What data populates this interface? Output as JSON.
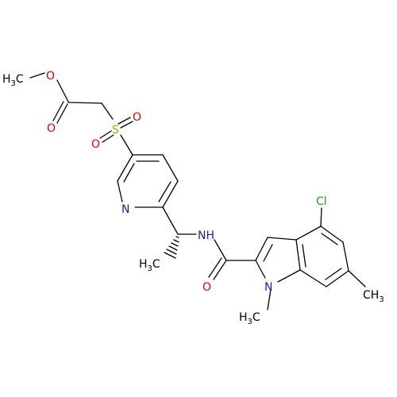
{
  "colors": {
    "bond": "#000000",
    "carbon": "#000000",
    "oxygen": "#e00000",
    "nitrogen": "#2020a0",
    "sulfur": "#b8a000",
    "chlorine": "#20a020"
  },
  "atoms": {
    "methyl_ester": {
      "main": "H",
      "sub": "3",
      "tail": "C"
    },
    "ester_o": "O",
    "carbonyl_o": "O",
    "sulfonyl_s": "S",
    "sulfonyl_o1": "O",
    "sulfonyl_o2": "O",
    "pyridine_n": "N",
    "chiral_methyl": {
      "main": "H",
      "sub": "3",
      "tail": "C"
    },
    "amide_nh": "NH",
    "amide_o": "O",
    "indole_n": "N",
    "n_methyl": {
      "main": "H",
      "sub": "3",
      "tail": "C"
    },
    "chloro": "Cl",
    "aryl_methyl": {
      "main": "CH",
      "sub": "3"
    }
  }
}
